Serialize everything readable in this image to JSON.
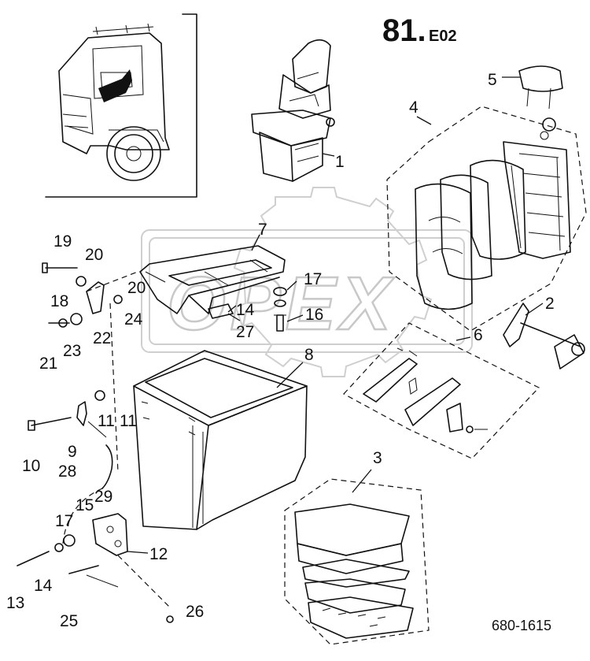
{
  "diagram": {
    "group_number": "81.",
    "group_suffix": "E02",
    "document_number": "680-1615",
    "watermark_text": "OPEX",
    "callouts": [
      "1",
      "2",
      "3",
      "4",
      "5",
      "6",
      "7",
      "8",
      "9",
      "10",
      "11",
      "12",
      "13",
      "14",
      "15",
      "16",
      "17",
      "18",
      "19",
      "20",
      "20",
      "21",
      "22",
      "23",
      "24",
      "25",
      "26",
      "27",
      "28",
      "29",
      "17",
      "14",
      "11"
    ]
  }
}
